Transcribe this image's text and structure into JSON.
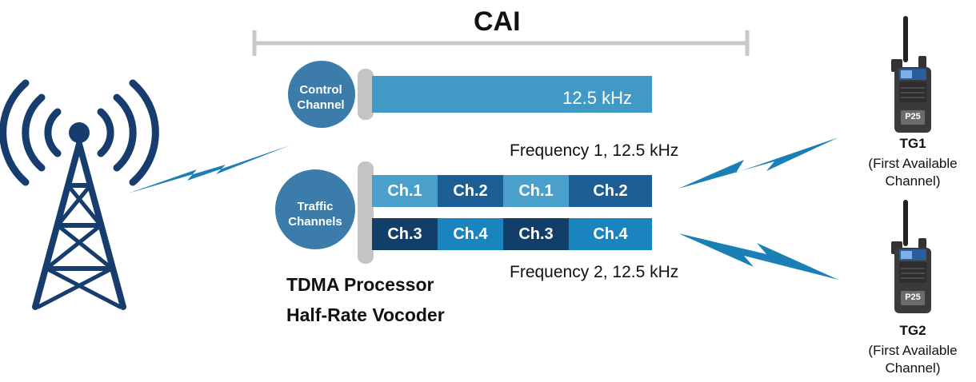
{
  "title": "CAI",
  "control_channel": {
    "label_line1": "Control",
    "label_line2": "Channel",
    "bandwidth": "12.5 kHz"
  },
  "traffic_channels": {
    "label_line1": "Traffic",
    "label_line2": "Channels",
    "frequency1": {
      "label": "Frequency 1, 12.5 kHz",
      "slots": [
        "Ch.1",
        "Ch.2",
        "Ch.1",
        "Ch.2"
      ]
    },
    "frequency2": {
      "label": "Frequency 2, 12.5 kHz",
      "slots": [
        "Ch.3",
        "Ch.4",
        "Ch.3",
        "Ch.4"
      ]
    }
  },
  "processor": {
    "line1": "TDMA Processor",
    "line2": "Half-Rate Vocoder"
  },
  "radios": [
    {
      "name": "TG1",
      "desc_line1": "(First Available",
      "desc_line2": "Channel)",
      "badge": "P25"
    },
    {
      "name": "TG2",
      "desc_line1": "(First Available",
      "desc_line2": "Channel)",
      "badge": "P25"
    }
  ],
  "colors": {
    "dark_navy": "#123f6a",
    "mid_blue": "#1d5f94",
    "light_blue": "#4a9fcb",
    "bright_blue": "#1a84bf",
    "circle": "#3b7cab",
    "bar_gray": "#c4c4c4",
    "tower": "#163d6e"
  }
}
